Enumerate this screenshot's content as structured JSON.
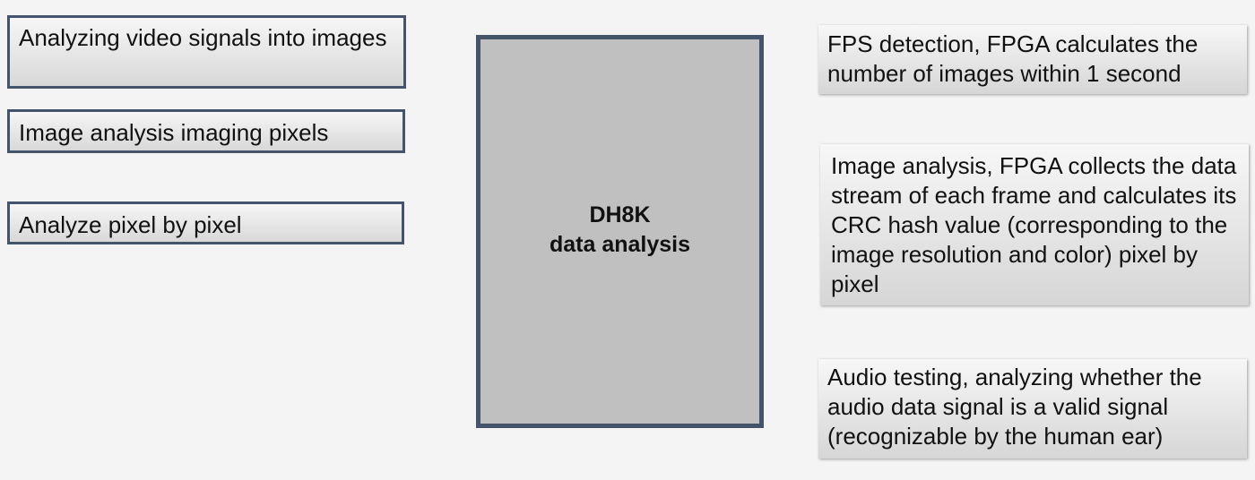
{
  "left_boxes": [
    {
      "text": "Analyzing video signals into images"
    },
    {
      "text": "Image analysis imaging pixels"
    },
    {
      "text": "Analyze pixel by pixel"
    }
  ],
  "center": {
    "line1": "DH8K",
    "line2": "data analysis"
  },
  "right_boxes": [
    {
      "text": "FPS detection, FPGA calculates the number of images within 1 second"
    },
    {
      "text": "Image analysis, FPGA collects the data stream of each frame and calculates its CRC hash value (corresponding to the image resolution and color) pixel by pixel"
    },
    {
      "text": "Audio testing, analyzing whether the audio data signal is a valid signal (recognizable by the human ear)"
    }
  ],
  "colors": {
    "box_border": "#44546a",
    "center_fill": "#c0c0c0",
    "background": "#f4f4f4"
  }
}
